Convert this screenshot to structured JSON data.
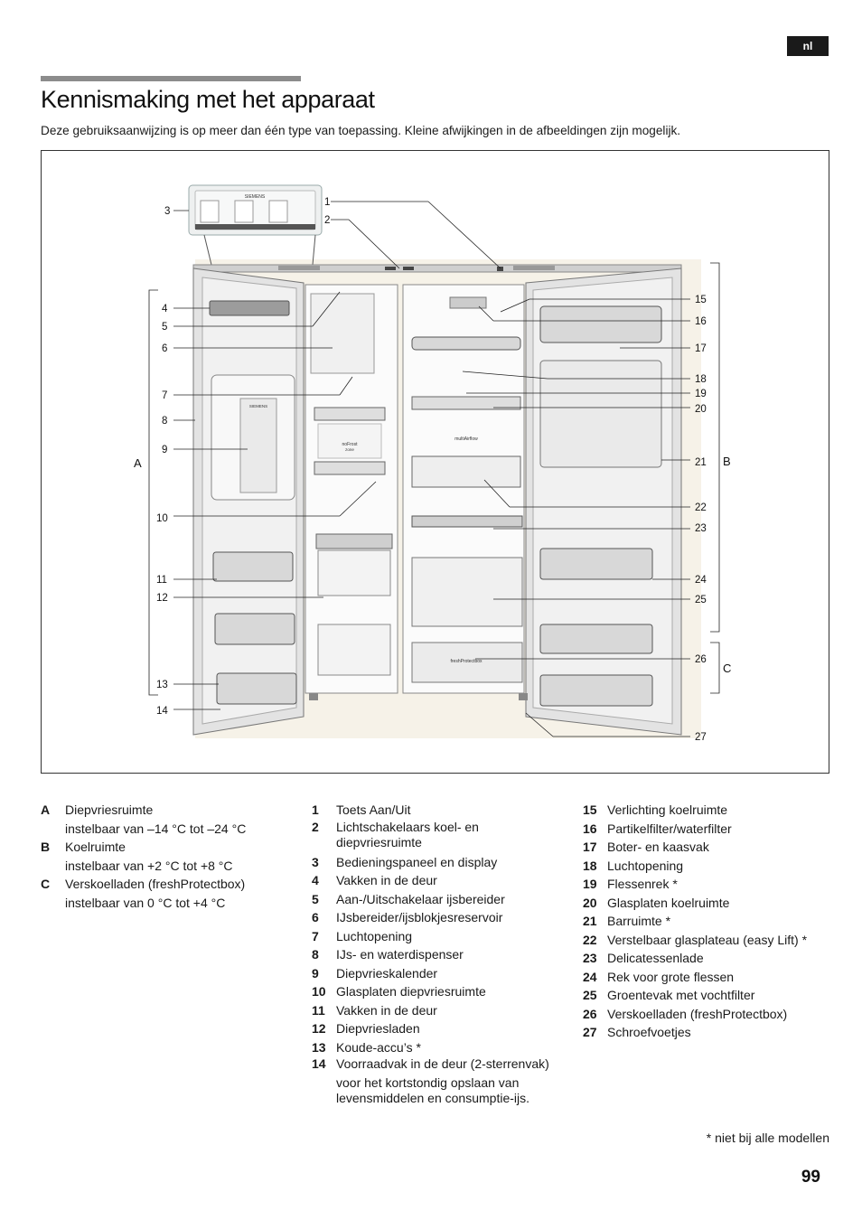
{
  "lang_badge": "nl",
  "page": {
    "title": "Kennismaking met het apparaat",
    "subtitle": "Deze gebruiksaanwijzing is op meer dan één type van toepassing. Kleine afwijkingen in de afbeeldingen zijn mogelijk.",
    "footnote": "* niet bij alle modellen",
    "page_number": "99"
  },
  "figure": {
    "brand": "SIEMENS",
    "brand_dispenser": "SIEMENS",
    "label_nofrost": "noFrost",
    "label_nofrost_sub": "zone",
    "label_multiairflow": "multiAirflow",
    "label_freshprotect": "freshProtectbox",
    "callouts_left": [
      "3",
      "1",
      "2",
      "4",
      "5",
      "6",
      "7",
      "8",
      "9",
      "10",
      "11",
      "12",
      "13",
      "14"
    ],
    "callouts_right": [
      "15",
      "16",
      "17",
      "18",
      "19",
      "20",
      "21",
      "22",
      "23",
      "24",
      "25",
      "26",
      "27"
    ],
    "section_a": "A",
    "section_b": "B",
    "section_c": "C"
  },
  "legend_sections": [
    {
      "key": "A",
      "text": "Diepvriesruimte",
      "detail": "instelbaar van –14 °C tot –24 °C"
    },
    {
      "key": "B",
      "text": "Koelruimte",
      "detail": "instelbaar van +2 °C tot +8 °C"
    },
    {
      "key": "C",
      "text": "Verskoelladen (freshProtectbox)",
      "detail": "instelbaar van 0 °C tot +4 °C"
    }
  ],
  "legend_middle": [
    {
      "num": "1",
      "text": "Toets Aan/Uit"
    },
    {
      "num": "2",
      "text": "Lichtschakelaars koel- en diepvriesruimte"
    },
    {
      "num": "3",
      "text": "Bedieningspaneel en display"
    },
    {
      "num": "4",
      "text": "Vakken in de deur"
    },
    {
      "num": "5",
      "text": "Aan-/Uitschakelaar ijsbereider"
    },
    {
      "num": "6",
      "text": "IJsbereider/ijsblokjesreservoir"
    },
    {
      "num": "7",
      "text": "Luchtopening"
    },
    {
      "num": "8",
      "text": "IJs- en waterdispenser"
    },
    {
      "num": "9",
      "text": "Diepvrieskalender"
    },
    {
      "num": "10",
      "text": "Glasplaten diepvriesruimte"
    },
    {
      "num": "11",
      "text": "Vakken in de deur"
    },
    {
      "num": "12",
      "text": "Diepvriesladen"
    },
    {
      "num": "13",
      "text": "Koude-accu’s *"
    },
    {
      "num": "14",
      "text": "Voorraadvak in de deur (2-sterrenvak)"
    }
  ],
  "legend_middle_note": "voor het kortstondig opslaan van levensmiddelen en consumptie-ijs.",
  "legend_right": [
    {
      "num": "15",
      "text": "Verlichting koelruimte"
    },
    {
      "num": "16",
      "text": "Partikelfilter/waterfilter"
    },
    {
      "num": "17",
      "text": "Boter- en kaasvak"
    },
    {
      "num": "18",
      "text": "Luchtopening"
    },
    {
      "num": "19",
      "text": "Flessenrek *"
    },
    {
      "num": "20",
      "text": "Glasplaten koelruimte"
    },
    {
      "num": "21",
      "text": "Barruimte *"
    },
    {
      "num": "22",
      "text": "Verstelbaar glasplateau (easy Lift) *"
    },
    {
      "num": "23",
      "text": "Delicatessenlade"
    },
    {
      "num": "24",
      "text": "Rek voor grote flessen"
    },
    {
      "num": "25",
      "text": "Groentevak met vochtfilter"
    },
    {
      "num": "26",
      "text": "Verskoelladen (freshProtectbox)"
    },
    {
      "num": "27",
      "text": "Schroefvoetjes"
    }
  ]
}
